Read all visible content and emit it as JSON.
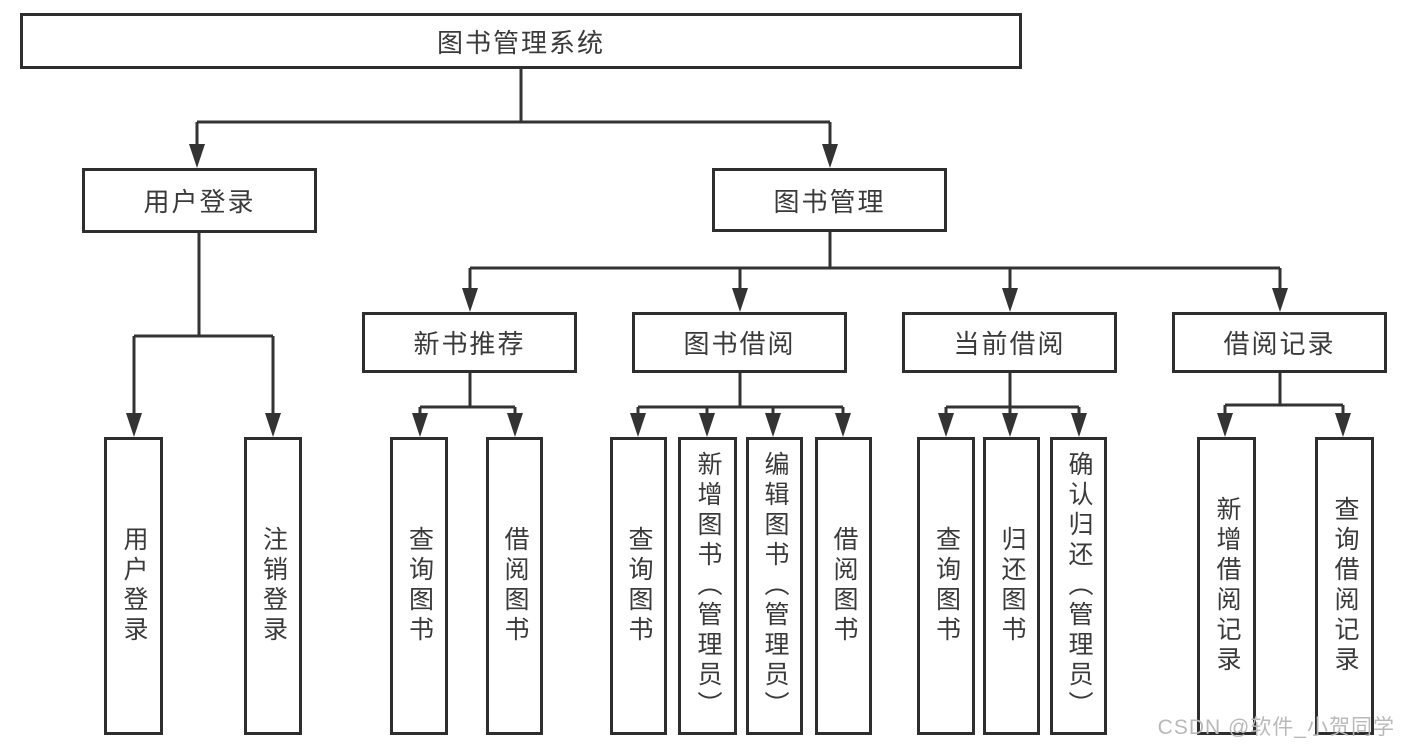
{
  "tree": {
    "root": "图书管理系统",
    "level2": [
      {
        "label": "用户登录",
        "children": [
          "用户登录",
          "注销登录"
        ]
      },
      {
        "label": "图书管理"
      }
    ],
    "level3": [
      {
        "label": "新书推荐",
        "children": [
          "查询图书",
          "借阅图书"
        ]
      },
      {
        "label": "图书借阅",
        "children": [
          "查询图书",
          "新增图书（管理员）",
          "编辑图书（管理员）",
          "借阅图书"
        ]
      },
      {
        "label": "当前借阅",
        "children": [
          "查询图书",
          "归还图书",
          "确认归还（管理员）"
        ]
      },
      {
        "label": "借阅记录",
        "children": [
          "新增借阅记录",
          "查询借阅记录"
        ]
      }
    ]
  },
  "watermark": "CSDN @软件_小贺同学",
  "colors": {
    "line": "#333333",
    "text": "#3a3a3a",
    "background": "#ffffff",
    "watermark": "#b9b9b9"
  }
}
